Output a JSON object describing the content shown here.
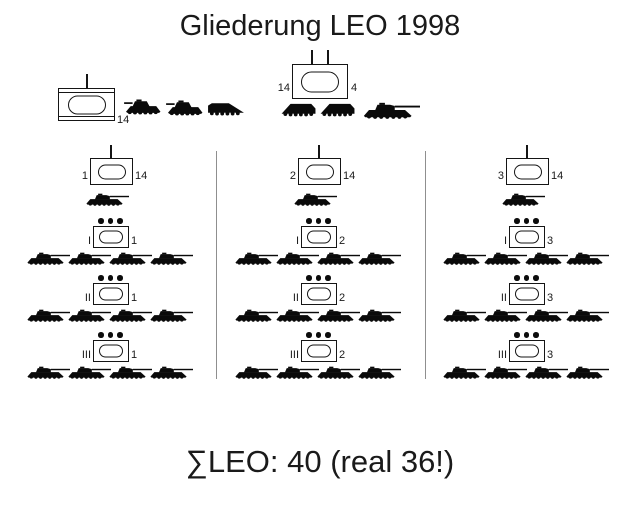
{
  "title": "Gliederung LEO 1998",
  "summary": "∑LEO: 40 (real 36!)",
  "colors": {
    "ink": "#151515",
    "divider": "#8f8f8f",
    "background": "#ffffff"
  },
  "battalion": {
    "hq_company": {
      "echelon_ticks": 1,
      "strength": "14",
      "vehicles": [
        "tank-left",
        "tank-left",
        "recovery-vehicle"
      ]
    },
    "staff": {
      "echelon_ticks": 2,
      "left_label": "14",
      "right_label": "4",
      "vehicles": [
        "apc-left",
        "apc-left",
        "tank-right"
      ]
    }
  },
  "companies": [
    {
      "number": "1",
      "strength": "14",
      "echelon_ticks": 1,
      "platoons": [
        {
          "numeral": "I",
          "company": "1",
          "echelon_dots": 3,
          "tank_count": 4
        },
        {
          "numeral": "II",
          "company": "1",
          "echelon_dots": 3,
          "tank_count": 4
        },
        {
          "numeral": "III",
          "company": "1",
          "echelon_dots": 3,
          "tank_count": 4
        }
      ]
    },
    {
      "number": "2",
      "strength": "14",
      "echelon_ticks": 1,
      "platoons": [
        {
          "numeral": "I",
          "company": "2",
          "echelon_dots": 3,
          "tank_count": 4
        },
        {
          "numeral": "II",
          "company": "2",
          "echelon_dots": 3,
          "tank_count": 4
        },
        {
          "numeral": "III",
          "company": "2",
          "echelon_dots": 3,
          "tank_count": 4
        }
      ]
    },
    {
      "number": "3",
      "strength": "14",
      "echelon_ticks": 1,
      "platoons": [
        {
          "numeral": "I",
          "company": "3",
          "echelon_dots": 3,
          "tank_count": 4
        },
        {
          "numeral": "II",
          "company": "3",
          "echelon_dots": 3,
          "tank_count": 4
        },
        {
          "numeral": "III",
          "company": "3",
          "echelon_dots": 3,
          "tank_count": 4
        }
      ]
    }
  ]
}
